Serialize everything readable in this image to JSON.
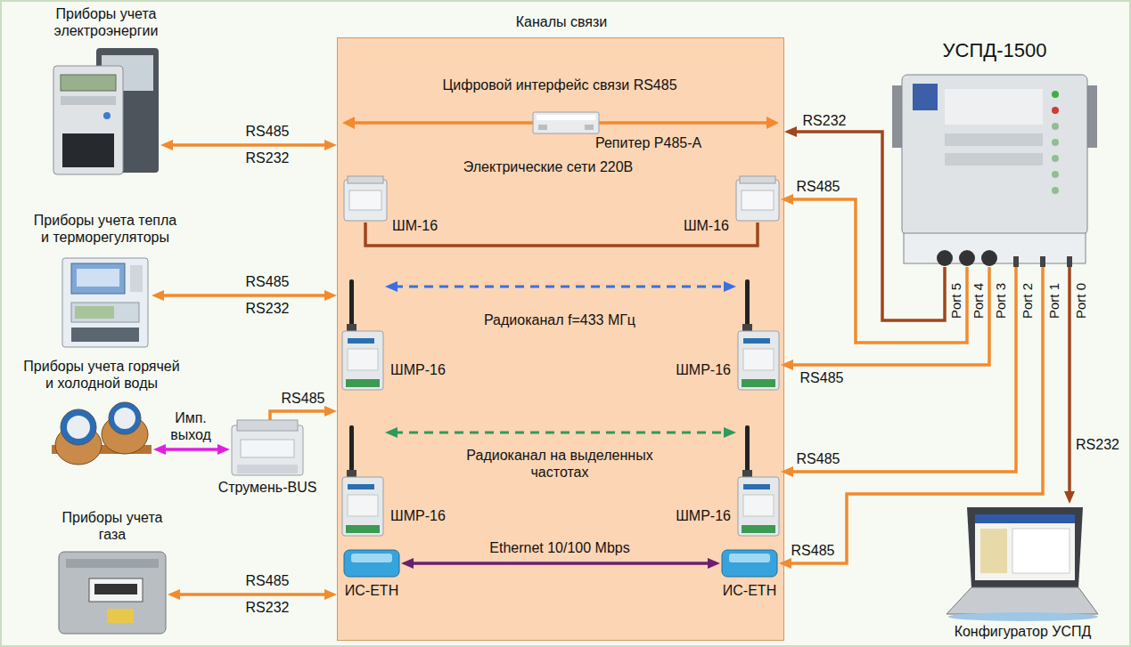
{
  "diagram": {
    "nodes": [
      {
        "text": [
          "Приборы учета электроэнергии"
        ]
      },
      {
        "text": [
          "Каналы связи"
        ]
      },
      {
        "text": [
          "Репитер Р485-А"
        ],
        "in": 1
      },
      {
        "text": [
          "УСПД-1500"
        ]
      },
      {
        "text": [
          "ШМ-16"
        ],
        "in": 1
      },
      {
        "text": [
          "ШМ-16"
        ],
        "in": 1
      },
      {
        "text": [
          "Приборы учета тепла и терморегуляторы"
        ]
      },
      {
        "text": [
          "ШМР-16"
        ],
        "in": 1
      },
      {
        "text": [
          "ШМР-16"
        ],
        "in": 1
      },
      {
        "text": [
          "Приборы учета горячей и холодной воды"
        ]
      },
      {
        "text": [
          "Струмень-BUS"
        ]
      },
      {
        "text": [
          "ШМР-16"
        ],
        "in": 1
      },
      {
        "text": [
          "ШМР-16"
        ],
        "in": 1
      },
      {
        "text": [
          "Приборы учета газа"
        ]
      },
      {
        "text": [
          "ИС-ETH"
        ],
        "in": 1
      },
      {
        "text": [
          "ИС-ETH"
        ],
        "in": 1
      },
      {
        "text": [
          "Конфигуратор УСПД"
        ]
      }
    ],
    "edges": [
      {
        "from": 0,
        "to": 1,
        "arrow": "both",
        "label": "RS485"
      },
      {
        "from": 6,
        "to": 1,
        "arrow": "both",
        "label": "RS485"
      },
      {
        "from": 10,
        "to": 1,
        "arrow": "to",
        "label": "RS485"
      },
      {
        "from": 9,
        "to": 10,
        "arrow": "both",
        "label": "Имп. выход"
      },
      {
        "from": 13,
        "to": 1,
        "arrow": "both",
        "label": "RS485"
      },
      {
        "from": 4,
        "to": 5,
        "arrow": "none"
      },
      {
        "from": 7,
        "to": 8,
        "arrow": "both"
      },
      {
        "from": 11,
        "to": 12,
        "arrow": "both"
      },
      {
        "from": 14,
        "to": 15,
        "arrow": "both",
        "label": "Ethernet 10/100 Mbps"
      },
      {
        "from": 3,
        "to": 1,
        "arrow": "to",
        "label": "RS232"
      },
      {
        "from": 3,
        "to": 5,
        "arrow": "to",
        "label": "RS485"
      },
      {
        "from": 3,
        "to": 8,
        "arrow": "to",
        "label": "RS485"
      },
      {
        "from": 3,
        "to": 12,
        "arrow": "to",
        "label": "RS485"
      },
      {
        "from": 3,
        "to": 15,
        "arrow": "to",
        "label": "RS485"
      },
      {
        "from": 3,
        "to": 16,
        "arrow": "to",
        "label": "RS232"
      }
    ],
    "labels": [
      "Цифровой интерфейс связи RS485",
      "Электрические сети 220В",
      "Радиоканал f=433 МГц",
      "Радиоканал на выделенных частотах",
      "RS232",
      "RS232",
      "RS232",
      "Port 5",
      "Port 4",
      "Port 3",
      "Port 2",
      "Port 1",
      "Port 0"
    ]
  }
}
